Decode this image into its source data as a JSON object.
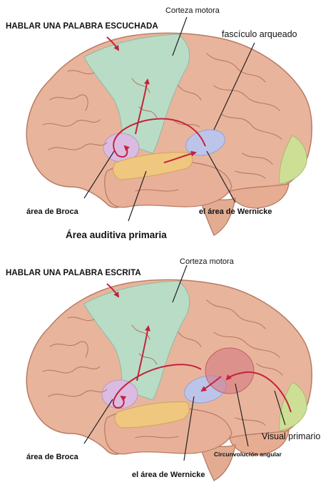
{
  "top_panel": {
    "title": "HABLAR UNA PALABRA ESCUCHADA",
    "motor_cortex": "Corteza motora",
    "arcuate": "fascículo arqueado",
    "broca": "área de Broca",
    "wernicke": "el área de Wernicke",
    "auditory": "Área auditiva primaria"
  },
  "bottom_panel": {
    "title": "HABLAR UNA PALABRA ESCRITA",
    "motor_cortex": "Corteza motora",
    "broca": "área de Broca",
    "wernicke": "el área de Wernicke",
    "angular": "Circunvolución angular",
    "visual": "Visual primario"
  },
  "colors": {
    "brain": "#e9b49c",
    "brain_outline": "#b77a63",
    "motor": "#b9dcc6",
    "broca": "#dbbbe1",
    "wernicke": "#bcc4ea",
    "auditory": "#efc77e",
    "visual": "#cddf95",
    "angular": "#d67a82",
    "arrow": "#c4223c"
  }
}
